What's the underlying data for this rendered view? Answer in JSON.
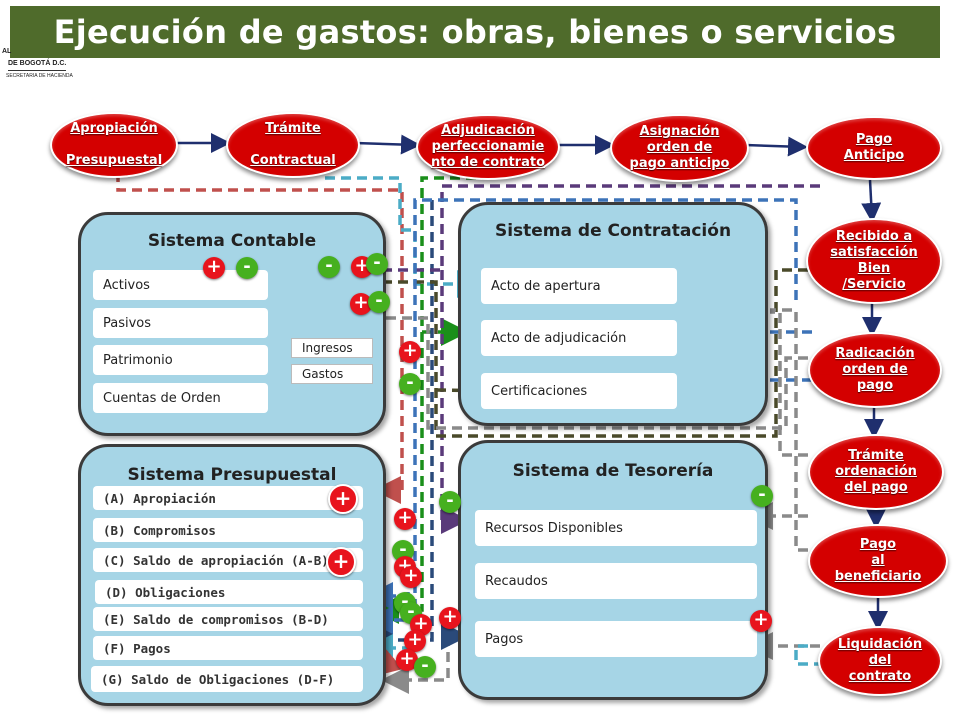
{
  "title": "Ejecución de gastos: obras, bienes o servicios",
  "logo": {
    "line1": "AL",
    "line2": "DE BOGOTÁ D.C.",
    "line3": "SECRETARIA DE HACIENDA"
  },
  "flow_top": [
    "Apropiación\n\nPresupuestal",
    "Trámite\n\nContractual",
    "Adjudicación\nperfeccionamie\nnto de contrato",
    "Asignación\norden de\npago anticipo",
    "Pago\nAnticipo"
  ],
  "flow_right": [
    "Recibido a\nsatisfacción\nBien\n/Servicio",
    "Radicación\norden de\npago",
    "Trámite\nordenación\ndel pago",
    "Pago\nal\nbeneficiario",
    "Liquidación\ndel\ncontrato"
  ],
  "contable": {
    "title": "Sistema Contable",
    "items": [
      "Activos",
      "Pasivos",
      "Patrimonio",
      "Cuentas de Orden"
    ],
    "sub": [
      "Ingresos",
      "Gastos"
    ]
  },
  "contratacion": {
    "title": "Sistema de Contratación",
    "items": [
      "Acto de apertura",
      "Acto de adjudicación",
      "Certificaciones"
    ]
  },
  "presupuestal": {
    "title": "Sistema Presupuestal",
    "items": [
      "(A) Apropiación",
      "(B) Compromisos",
      "(C) Saldo de apropiación (A-B)",
      "(D) Obligaciones",
      "(E) Saldo de compromisos (B-D)",
      "(F) Pagos",
      "(G) Saldo de Obligaciones (D-F)"
    ]
  },
  "tesoreria": {
    "title": "Sistema de Tesorería",
    "items": [
      "Recursos Disponibles",
      "Recaudos",
      "Pagos"
    ]
  },
  "signs": {
    "plus": "+",
    "minus": "-"
  },
  "colors": {
    "title_bg": "#4f6b2b",
    "node": "#d40000",
    "panel": "#a6d5e6",
    "plus": "#e8141d",
    "minus": "#46b01f"
  }
}
